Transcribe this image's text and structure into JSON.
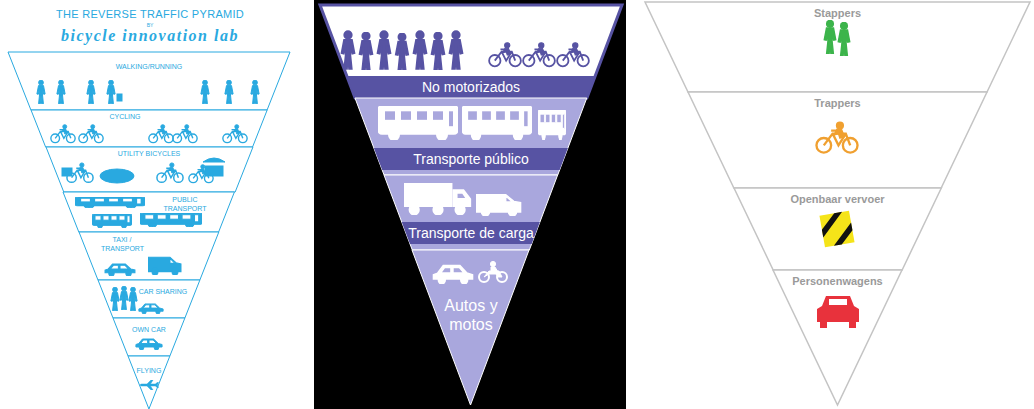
{
  "diagram": {
    "nodes": [
      {
        "text": [
          "WALKING/RUNNING"
        ]
      },
      {
        "text": [
          "CYCLING"
        ]
      },
      {
        "text": [
          "UTILITY BICYCLES"
        ]
      },
      {
        "text": [
          "PUBLIC TRANSPORT"
        ]
      },
      {
        "text": [
          "TAXI / TRANSPORT"
        ]
      },
      {
        "text": [
          "CAR SHARING"
        ]
      },
      {
        "text": [
          "OWN CAR"
        ]
      },
      {
        "text": [
          "FLYING"
        ]
      },
      {
        "text": [
          "No motorizados"
        ]
      },
      {
        "text": [
          "Transporte público"
        ]
      },
      {
        "text": [
          "Transporte de carga"
        ]
      },
      {
        "text": [
          "Autos y motos"
        ]
      },
      {
        "text": [
          "Stappers"
        ]
      },
      {
        "text": [
          "Trappers"
        ]
      },
      {
        "text": [
          "Openbaar vervoer"
        ]
      },
      {
        "text": [
          "Personenwagens"
        ]
      }
    ],
    "labels": [
      "THE REVERSE TRAFFIC PYRAMID",
      "BY",
      "bicycle innovation lab"
    ]
  }
}
